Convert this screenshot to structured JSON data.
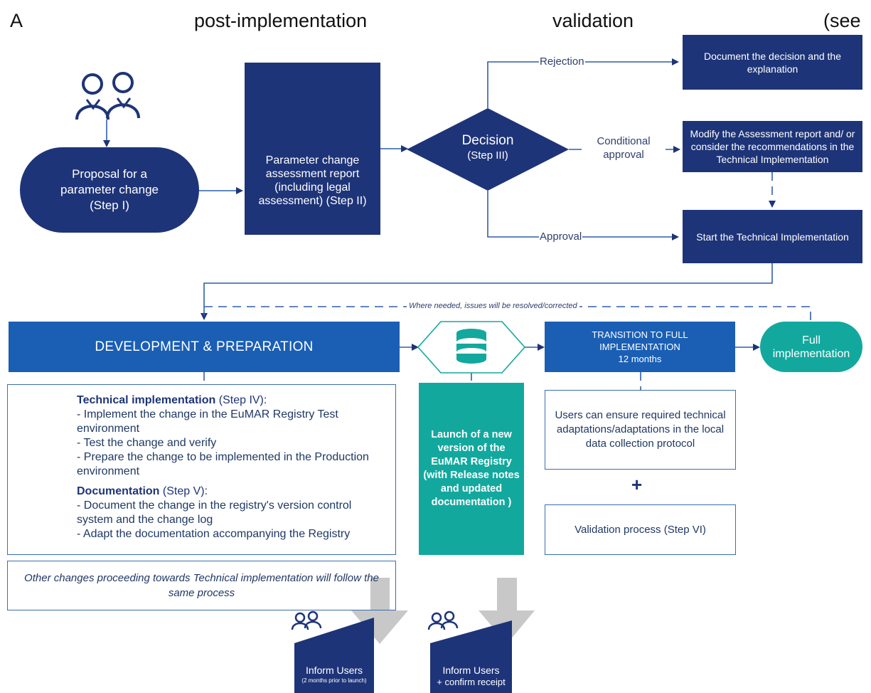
{
  "header_text": {
    "a": "A",
    "b": "post-implementation",
    "c": "validation",
    "d": "(see"
  },
  "step1": {
    "label": "Proposal for a parameter change (Step I)",
    "icon": "users-icon"
  },
  "step2": {
    "label": "Parameter change assessment report (including legal assessment) (Step II)",
    "icon": "document-icon"
  },
  "decision": {
    "title": "Decision",
    "step": "(Step III)"
  },
  "branches": {
    "rejection": "Rejection",
    "conditional": "Conditional approval",
    "approval": "Approval"
  },
  "outcomes": {
    "document": "Document the decision and the explanation",
    "modify": "Modify the Assessment report and/ or consider the recommendations in the Technical Implementation",
    "start": "Start the Technical Implementation"
  },
  "feedback_loop": "Where needed, issues will be resolved/corrected",
  "development": {
    "title": "DEVELOPMENT & PREPARATION"
  },
  "technical": {
    "title": "Technical implementation",
    "step": "(Step IV):",
    "items": [
      "- Implement the change in the EuMAR Registry Test environment",
      "- Test the change and verify",
      "- Prepare the change to be implemented in the Production environment"
    ]
  },
  "documentation": {
    "title": "Documentation",
    "step": "(Step V):",
    "items": [
      "- Document the change in the registry's version control system and the change log",
      "- Adapt the documentation accompanying the Registry"
    ]
  },
  "other_changes": "Other changes proceeding towards Technical implementation will follow the same process",
  "launch": "Launch of a new version of the EuMAR Registry (with Release notes and updated documentation )",
  "transition": {
    "title": "TRANSITION TO FULL IMPLEMENTATION",
    "duration": "12 months"
  },
  "full": "Full implementation",
  "users_ensure": "Users can ensure required technical adaptations/adaptations in the local data collection protocol",
  "plus": "+",
  "validation": "Validation process (Step VI)",
  "inform1": {
    "title": "Inform Users",
    "note": "(2 months prior to launch)"
  },
  "inform2": {
    "title": "Inform Users",
    "note": "+ confirm receipt"
  },
  "colors": {
    "navy": "#1e3478",
    "blue": "#1a5fb4",
    "teal": "#13a89e",
    "line": "#2e5fa8",
    "arrow_grey": "#c8c8c8"
  }
}
